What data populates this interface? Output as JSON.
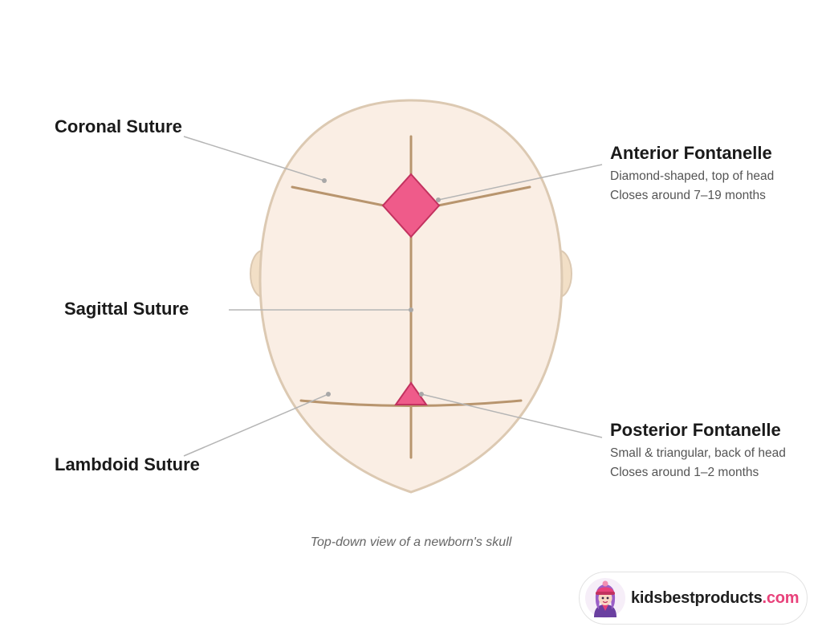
{
  "labels": {
    "coronal": "Coronal Suture",
    "sagittal": "Sagittal Suture",
    "lambdoid": "Lambdoid Suture",
    "anterior": "Anterior Fontanelle",
    "posterior": "Posterior Fontanelle"
  },
  "descriptions": {
    "anterior_line1": "Diamond-shaped, top of head",
    "anterior_line2": "Closes around 7–19 months",
    "posterior_line1": "Small & triangular, back of head",
    "posterior_line2": "Closes around 1–2 months"
  },
  "caption": "Top-down view of a newborn's skull",
  "brand": {
    "name": "kidsbestproducts",
    "tld": ".com"
  },
  "colors": {
    "skin": "#faeee4",
    "skin_outline": "#dcc9b2",
    "ear": "#f2dfc6",
    "suture": "#b8956e",
    "fontanelle": "#ef5b8a",
    "fontanelle_outline": "#c2325f",
    "leader_line": "#b5b5b5",
    "brand_accent": "#e8417a"
  }
}
